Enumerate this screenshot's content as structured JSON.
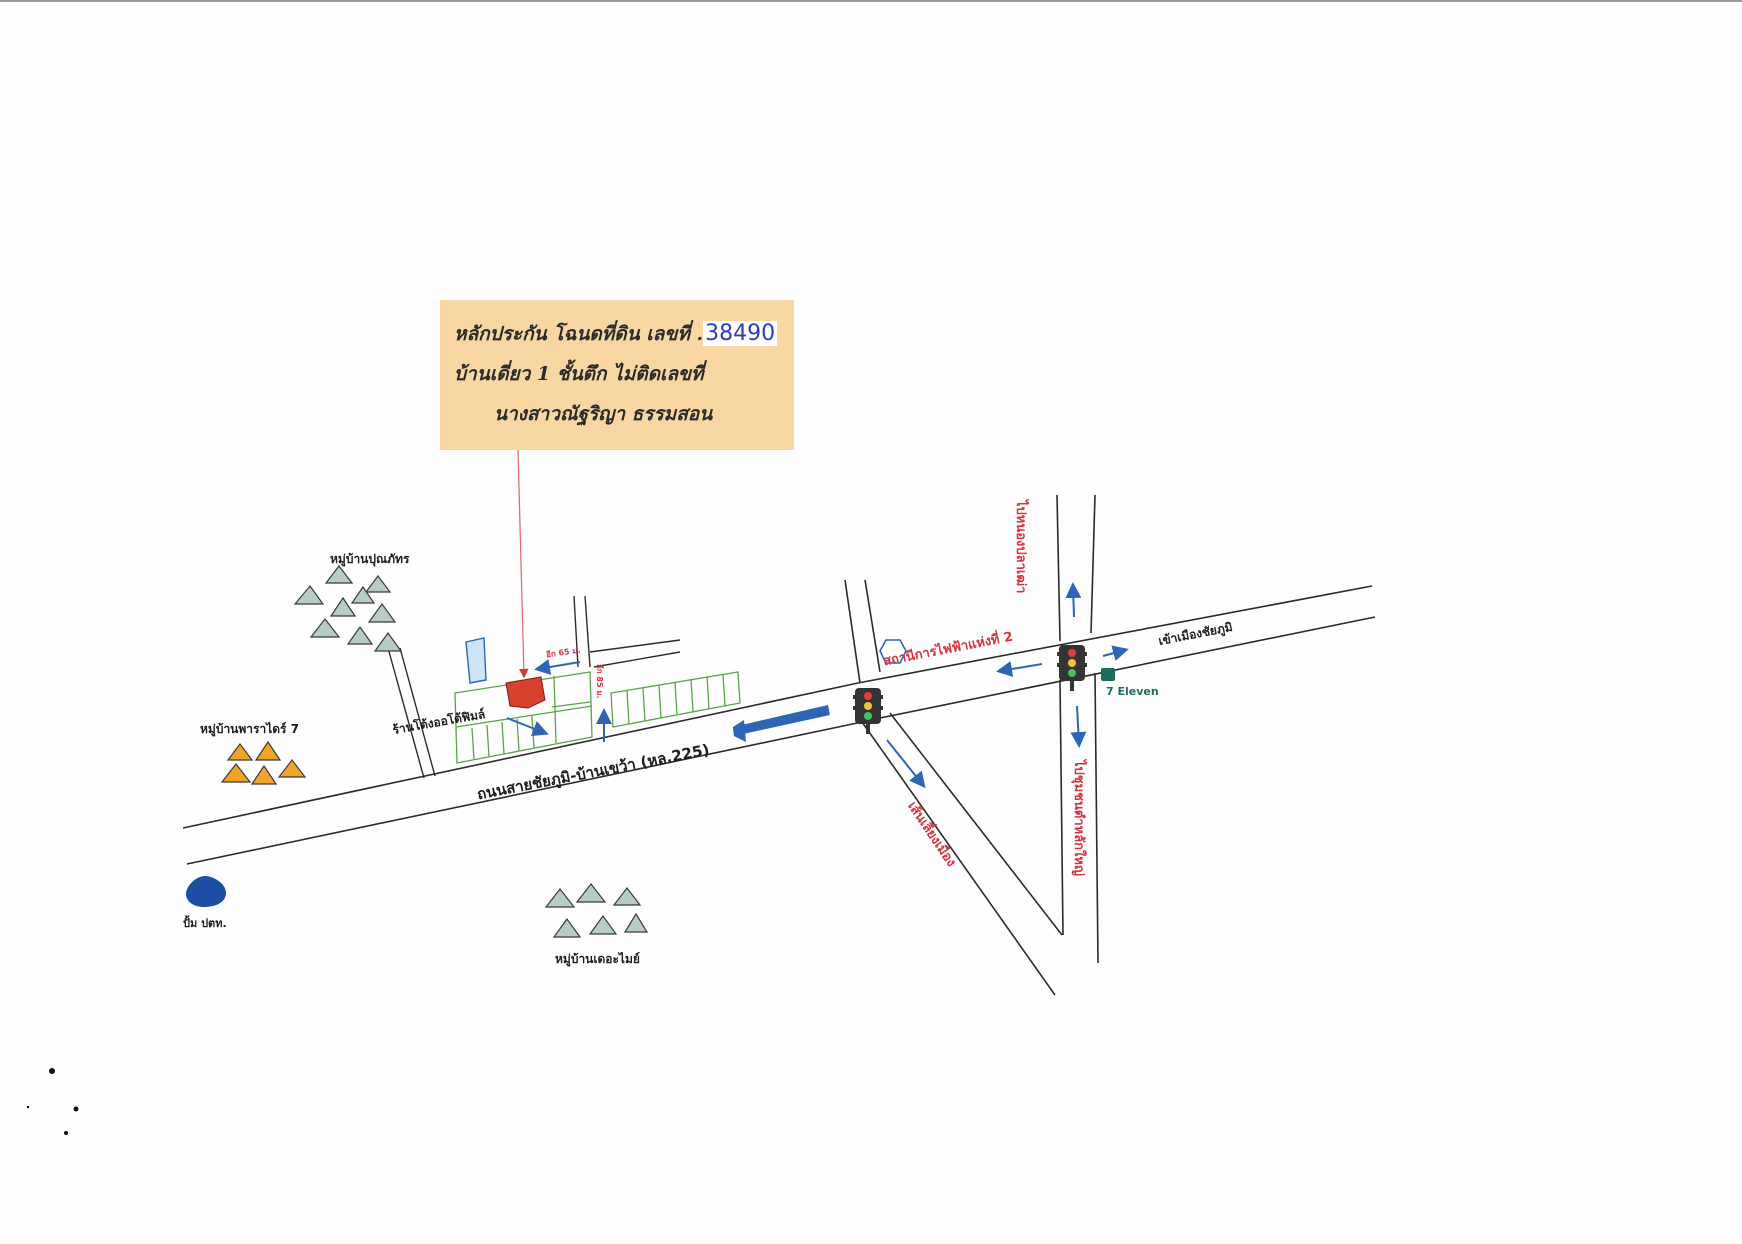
{
  "info_box": {
    "line1": "หลักประกัน โฉนดที่ดิน เลขที่ .",
    "deed_number": "38490",
    "line2": "บ้านเดี่ยว 1 ชั้นตึก  ไม่ติดเลขที่",
    "line3": "นางสาวณัฐริญา  ธรรมสอน"
  },
  "labels": {
    "village_punnaphat": "หมู่บ้านปุณภัทร",
    "village_paradise": "หมู่บ้านพาราไดร์ 7",
    "village_the_mine": "หมู่บ้านเดอะไมย์",
    "shop": "ร้านโต้งออโต้ฟิมล์",
    "main_road": "ถนนสายชัยภูมิ-บ้านเขว้า (หล.225)",
    "power_station": "สถานีการไฟฟ้าแห่งที่ 2",
    "to_city": "เข้าเมืองชัยภูมิ",
    "to_north": "ไปหนองปลาเฒ่า",
    "to_south": "ไปชุมชนตำหลักใหญ่",
    "bypass": "เส้นเลี่ยงเมือง",
    "seven_eleven": "7 Eleven",
    "pump": "ปั้ม ปตท.",
    "soi_horizontal": "อีก 65  ม.",
    "soi_vertical": "อีก 85  ม."
  },
  "colors": {
    "box_fill": "#f9d7a2",
    "road_line": "#2b2b2b",
    "target_house": "#d9412f",
    "building_outline": "#5aa34a",
    "arrow_blue": "#2f65b5",
    "triangle_gray": "#b7cbc7",
    "triangle_orange": "#f0a52a",
    "label_red": "#d4343e",
    "pump_blue": "#1e4ea3"
  },
  "icons": [
    "traffic-light-icon",
    "pump-station-icon",
    "power-station-icon",
    "seven-eleven-icon",
    "pointer-line"
  ]
}
